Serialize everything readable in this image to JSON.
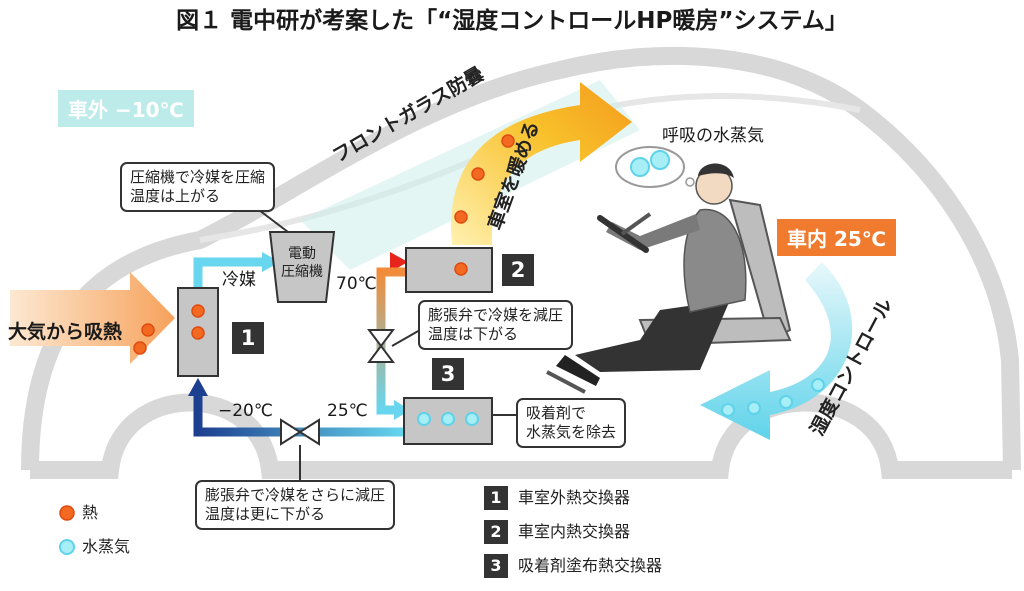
{
  "title": "図１ 電中研が考案した「“湿度コントロールHP暖房”システム」",
  "tags": {
    "outside": "車外 −10℃",
    "inside": "車内 25℃"
  },
  "labels": {
    "atmosphere_heat": "大気から吸熱",
    "refrigerant": "冷媒",
    "compressor": "電動\n圧縮機",
    "temp_70": "70℃",
    "temp_minus20": "−20℃",
    "temp_25": "25℃",
    "windshield": "フロントガラス防曇",
    "warm_cabin": "車室を暖める",
    "breath": "呼吸の水蒸気",
    "humidity_control": "湿度コントロール"
  },
  "callouts": {
    "compressor": "圧縮機で冷媒を圧縮\n温度は上がる",
    "expansion1": "膨張弁で冷媒を減圧\n温度は下がる",
    "adsorbent": "吸着剤で\n水蒸気を除去",
    "expansion2": "膨張弁で冷媒をさらに減圧\n温度は更に下がる"
  },
  "numbers": [
    "1",
    "2",
    "3"
  ],
  "legend": {
    "heat": "熱",
    "vapor": "水蒸気"
  },
  "key": [
    {
      "num": "1",
      "text": "車室外熱交換器"
    },
    {
      "num": "2",
      "text": "車室内熱交換器"
    },
    {
      "num": "3",
      "text": "吸着剤塗布熱交換器"
    }
  ],
  "colors": {
    "heat_dot": "#f26a21",
    "vapor_dot": "#7fe3f2",
    "cold_pipe": "#1d3f8f",
    "cool_pipe": "#67d6ee",
    "hot_pipe": "#e8251d",
    "outside_tag_bg": "#bdebea",
    "inside_tag_bg": "#f07b2e",
    "car_outline": "#d8d8d8",
    "exchanger_fill": "#c6c6c6"
  }
}
